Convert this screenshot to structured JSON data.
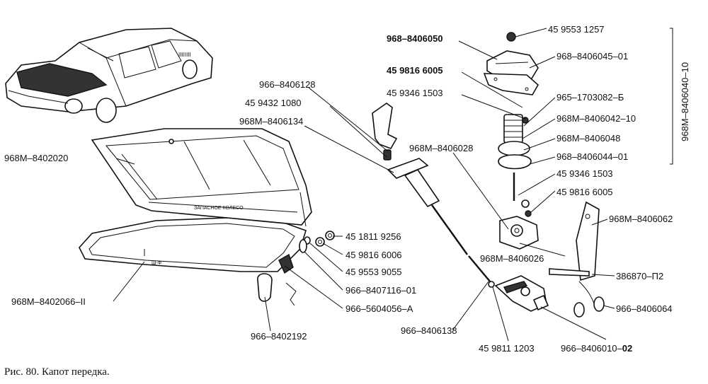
{
  "caption": "Рис. 80. Капот передка.",
  "bracket_group_label": "968M–8406040–10",
  "labels": {
    "p1": "968–8406050",
    "p2": "45 9553 1257",
    "p3": "968–8406045–01",
    "p4": "45 9816 6005",
    "p5": "45 9346 1503",
    "p6": "965–1703082–Б",
    "p7": "968M–8406042–10",
    "p8": "968M–8406048",
    "p9": "968–8406044–01",
    "p10": "45 9346 1503",
    "p11": "45 9816 6005",
    "p12": "968M–8406062",
    "p13": "966–8406128",
    "p14": "45 9432 1080",
    "p15": "968M–8406134",
    "p16": "968M–8406028",
    "p17": "968M–8402020",
    "p18": "45 1811 9256",
    "p19": "45 9816 6006",
    "p20": "45 9553 9055",
    "p21": "966–8407116–01",
    "p22": "966–5604056–А",
    "p23": "968M–8406026",
    "p24": "386870–П2",
    "p25": "966–8406064",
    "p26": "968M–8402066–II",
    "p27": "966–8402192",
    "p28": "966–8406138",
    "p29": "45 9811 1203",
    "p30_main": "966–8406010–",
    "p30_suffix": "02"
  }
}
